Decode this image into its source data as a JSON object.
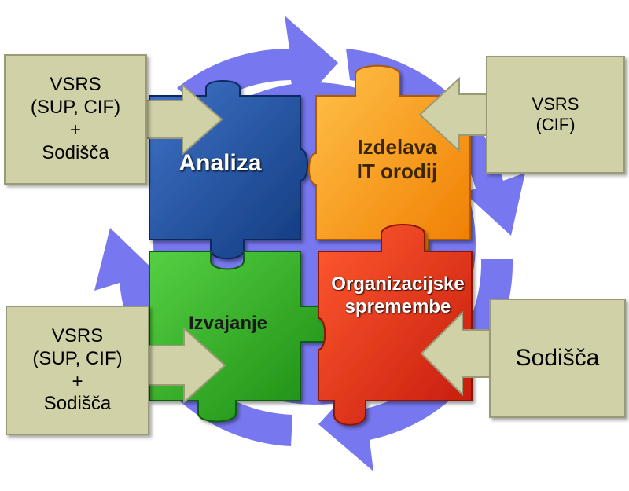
{
  "colors": {
    "cycle": "#7777f0",
    "box_fill": "#d1d1a8",
    "analiza": "#1f4c9e",
    "izdelava": "#ff9a1a",
    "izvajanje": "#27a81e",
    "organizacijske": "#e8321a"
  },
  "pieces": {
    "analiza": "Analiza",
    "izdelava": "Izdelava\nIT orodij",
    "izvajanje": "Izvajanje",
    "organizacijske": "Organizacijske\nspremembe"
  },
  "boxes": {
    "top_left": "VSRS\n(SUP, CIF)\n+\nSodišča",
    "top_right": "VSRS\n(CIF)",
    "bottom_left": "VSRS\n(SUP, CIF)\n+\nSodišča",
    "bottom_right": "Sodišča"
  }
}
